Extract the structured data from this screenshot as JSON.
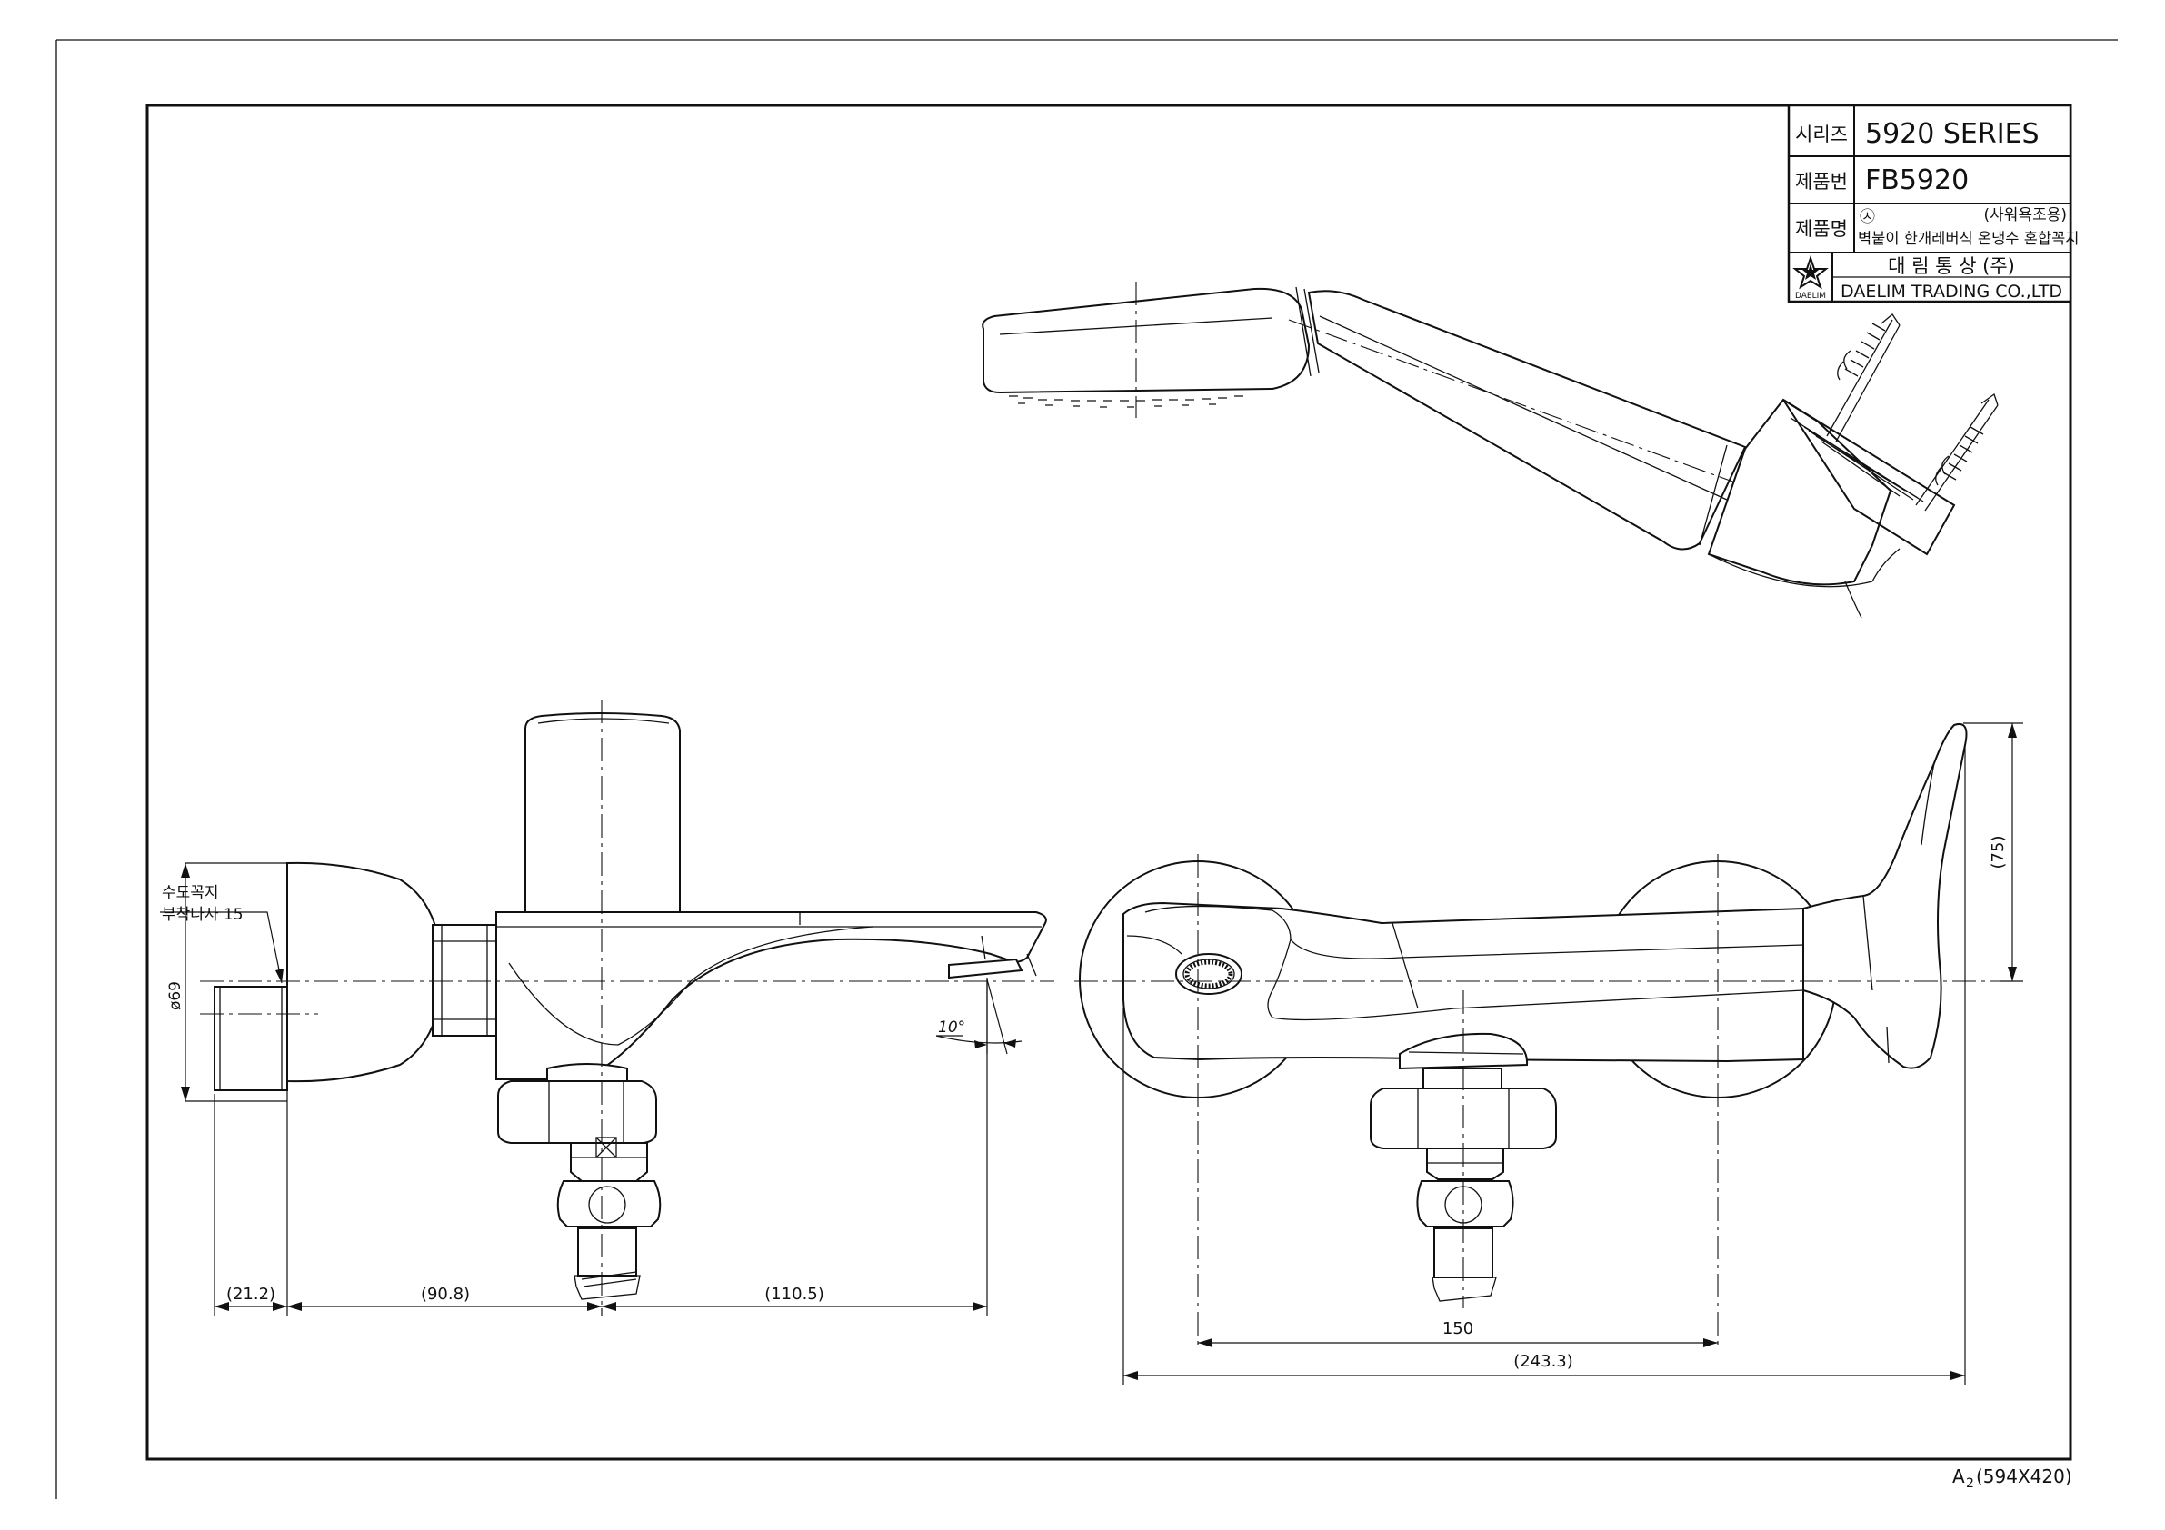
{
  "title_block": {
    "series_label": "시리즈",
    "series_value": "5920  SERIES",
    "product_no_label": "제품번",
    "product_no_value": "FB5920",
    "product_name_label": "제품명",
    "product_name_mark": "㉦",
    "product_name_use": "(사워욕조용)",
    "product_name_value": "벽붙이 한개레버식 온냉수 혼합꼭지",
    "company_kr": "대  림  통  상   (주)",
    "company_en": "DAELIM  TRADING  CO.,LTD",
    "logo_text": "DAELIM"
  },
  "annotations": {
    "thread_line1": "수도꼭지",
    "thread_line2": "부착나사  15",
    "diameter": "ø69",
    "angle": "10°"
  },
  "dimensions": {
    "d_21_2": "(21.2)",
    "d_90_8": "(90.8)",
    "d_110_5": "(110.5)",
    "d_150": "150",
    "d_243_3": "(243.3)",
    "d_75": "(75)"
  },
  "paper_size": {
    "prefix": "A",
    "sub": "2",
    "size": "(594X420)"
  }
}
